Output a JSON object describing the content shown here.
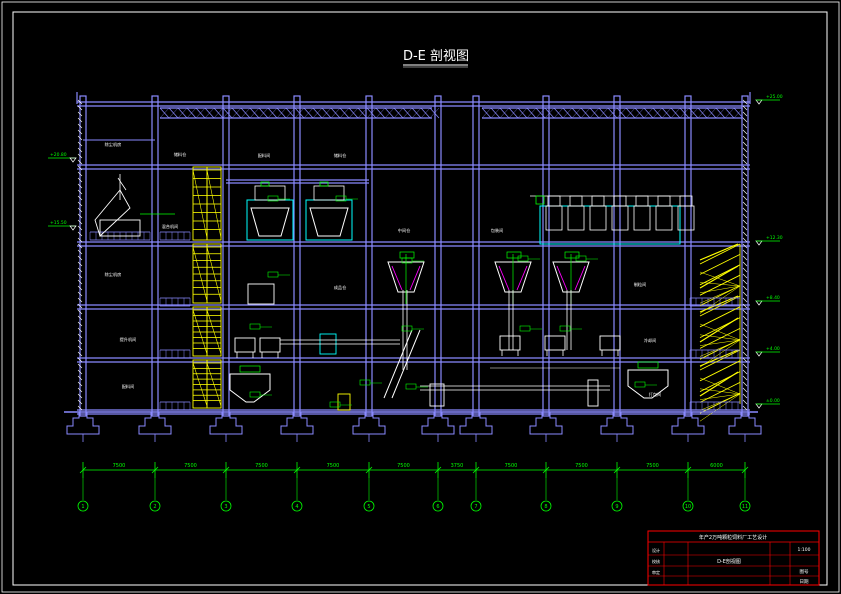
{
  "title": "D-E 剖视图",
  "colors": {
    "background": "#000000",
    "frame": "#ffffff",
    "structure": "#8a8aff",
    "column_hatch": "#ffffff",
    "equipment": "#ffffff",
    "cyan": "#00ffff",
    "yellow": "#ffff00",
    "green": "#00ff00",
    "red": "#ff0000",
    "magenta": "#ff00ff"
  },
  "elevations": [
    "+25.00",
    "+15.50",
    "+12.30",
    "+8.40",
    "+4.00",
    "±0.00"
  ],
  "elevation_left_labels": [
    "+20.80",
    "+15.50"
  ],
  "span_dims": [
    "7500",
    "7500",
    "7500",
    "7500",
    "7500",
    "3750",
    "7500",
    "7500",
    "7500",
    "6000"
  ],
  "axis_labels": [
    "1",
    "2",
    "3",
    "4",
    "5",
    "6",
    "7",
    "8",
    "9",
    "10",
    "11"
  ],
  "room_labels": [
    "除尘机房",
    "储料仓",
    "配料间",
    "储料仓",
    "除尘机房",
    "提升机间",
    "配料间",
    "混合机间",
    "成品仓",
    "中间仓",
    "包装间",
    "制粒间",
    "冷却间",
    "打包间"
  ],
  "equipment_tags": [
    "3000",
    "2500",
    "2750",
    "2750",
    "2750",
    "2750",
    "1600",
    "2500",
    "3500",
    "2000"
  ],
  "title_block": {
    "project": "年产2万吨颗粒饲料厂工艺设计",
    "drawing_name": "D-E剖视图",
    "scale": "1:100",
    "sheet": "图号",
    "rows": [
      "设计",
      "校核",
      "审定"
    ],
    "date": "日期"
  }
}
